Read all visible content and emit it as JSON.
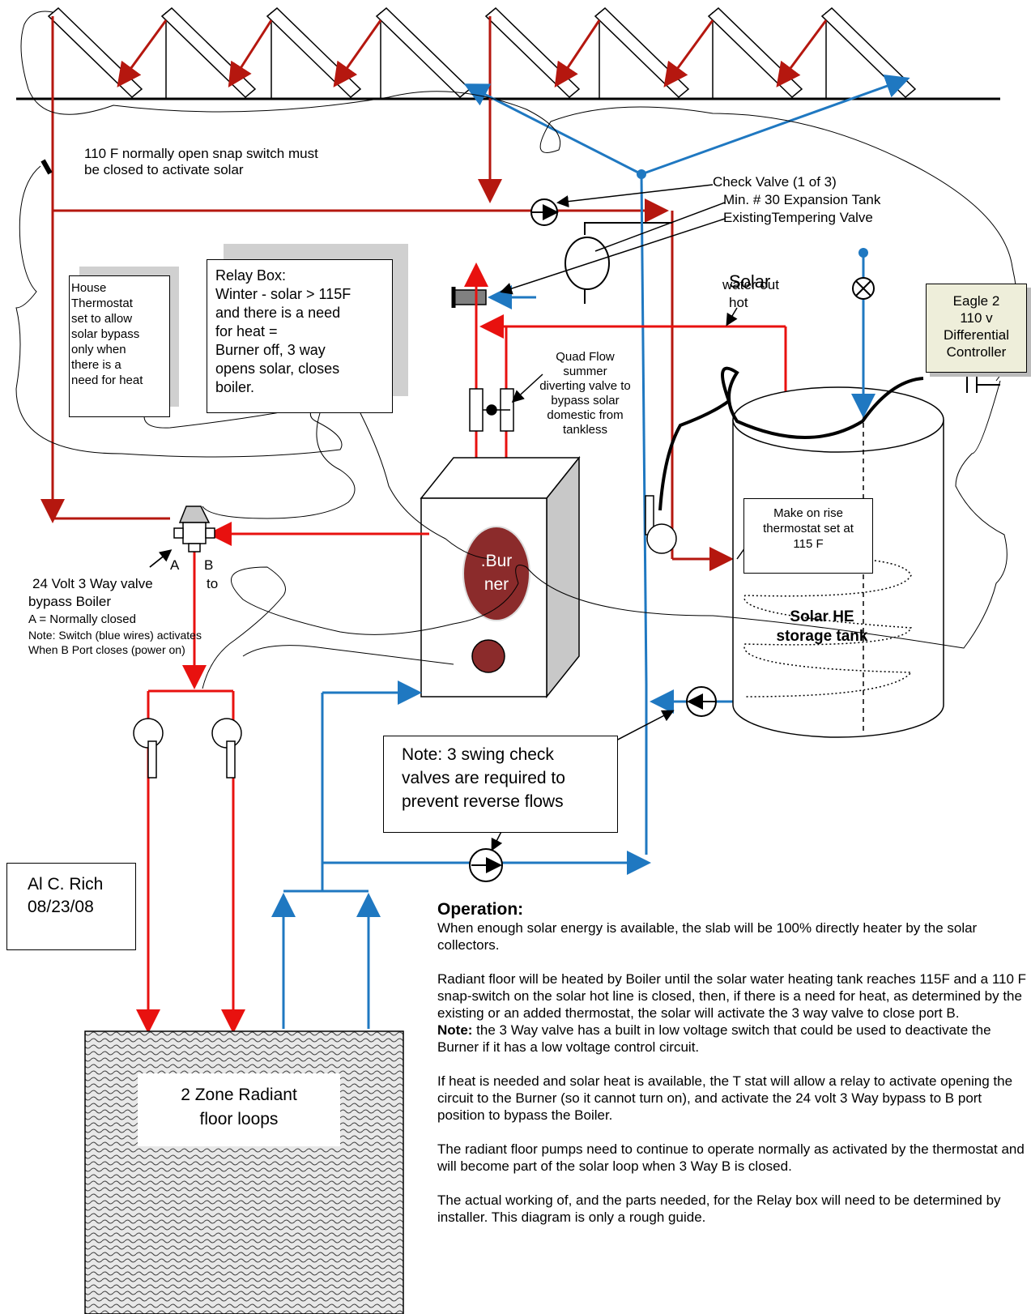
{
  "colors": {
    "hot": "#e8110f",
    "hot_dark": "#b5170f",
    "cold": "#1f78c1",
    "burner": "#8b2b2b",
    "floor_bg": "#d9d9d9"
  },
  "labels": {
    "snap_switch": "110 F normally open snap switch must\nbe closed to activate solar",
    "check_valve": "Check Valve (1 of 3)",
    "expansion_tank": "Min. # 30 Expansion Tank",
    "tempering_valve": "ExistingTempering Valve",
    "solar_hot_out_1": "Solar",
    "solar_hot_out_2": "hot",
    "solar_hot_out_3": "water out",
    "quad_flow": "Quad Flow\nsummer\ndiverting valve to\nbypass solar\ndomestic from\ntankless",
    "controller": "Eagle 2\n110 v\nDifferential\nController",
    "thermostat": "House\nThermostat\nset to allow\nsolar bypass\nonly when\nthere is a\nneed for heat",
    "relay": "Relay Box:\nWinter - solar > 115F\nand there is a need\nfor heat =\nBurner off, 3 way\nopens solar, closes\nboiler.",
    "make_on_rise": "Make on rise\nthermostat set at\n115  F",
    "storage_tank": "Solar HE\nstorage tank",
    "burner": ".Bur\nner",
    "port_a": "A",
    "port_b": "B",
    "three_way_1": "24 Volt 3 Way valve",
    "three_way_to": "to",
    "three_way_2": "bypass Boiler",
    "three_way_3": "A = Normally closed",
    "three_way_4": "Note: Switch (blue wires) activates\nWhen B Port closes (power on)",
    "check_note": "Note: 3 swing check\nvalves are required to\nprevent reverse flows",
    "author_name": "Al C. Rich",
    "author_date": "08/23/08",
    "floor": "2 Zone Radiant\nfloor loops"
  },
  "operation": {
    "heading": "Operation:",
    "p1": "When enough solar energy is available, the slab will be 100% directly heater by the solar collectors.",
    "p2": "Radiant floor will be heated by Boiler until the solar water heating tank reaches 115F and a 110 F snap-switch on the solar hot line is closed, then, if there is a need for heat, as determined by the existing  or an added thermostat, the solar will activate the 3 way valve to close port B.",
    "p3_note": "Note:",
    "p3": " the 3 Way valve has a built in low voltage switch that could be used to deactivate the Burner if it has a low voltage control circuit.",
    "p4": " If heat is needed and solar heat is available, the T stat will allow a relay to activate opening the circuit to the Burner (so it cannot turn on), and activate the 24 volt 3 Way bypass to B port position to bypass the Boiler.",
    "p5": "The radiant floor pumps need to continue to operate normally as activated by the thermostat and will become part of the solar loop when 3 Way B is closed.",
    "p6": "The actual working of, and the parts needed, for the Relay box will need to be determined by installer.  This diagram is only a rough guide."
  }
}
